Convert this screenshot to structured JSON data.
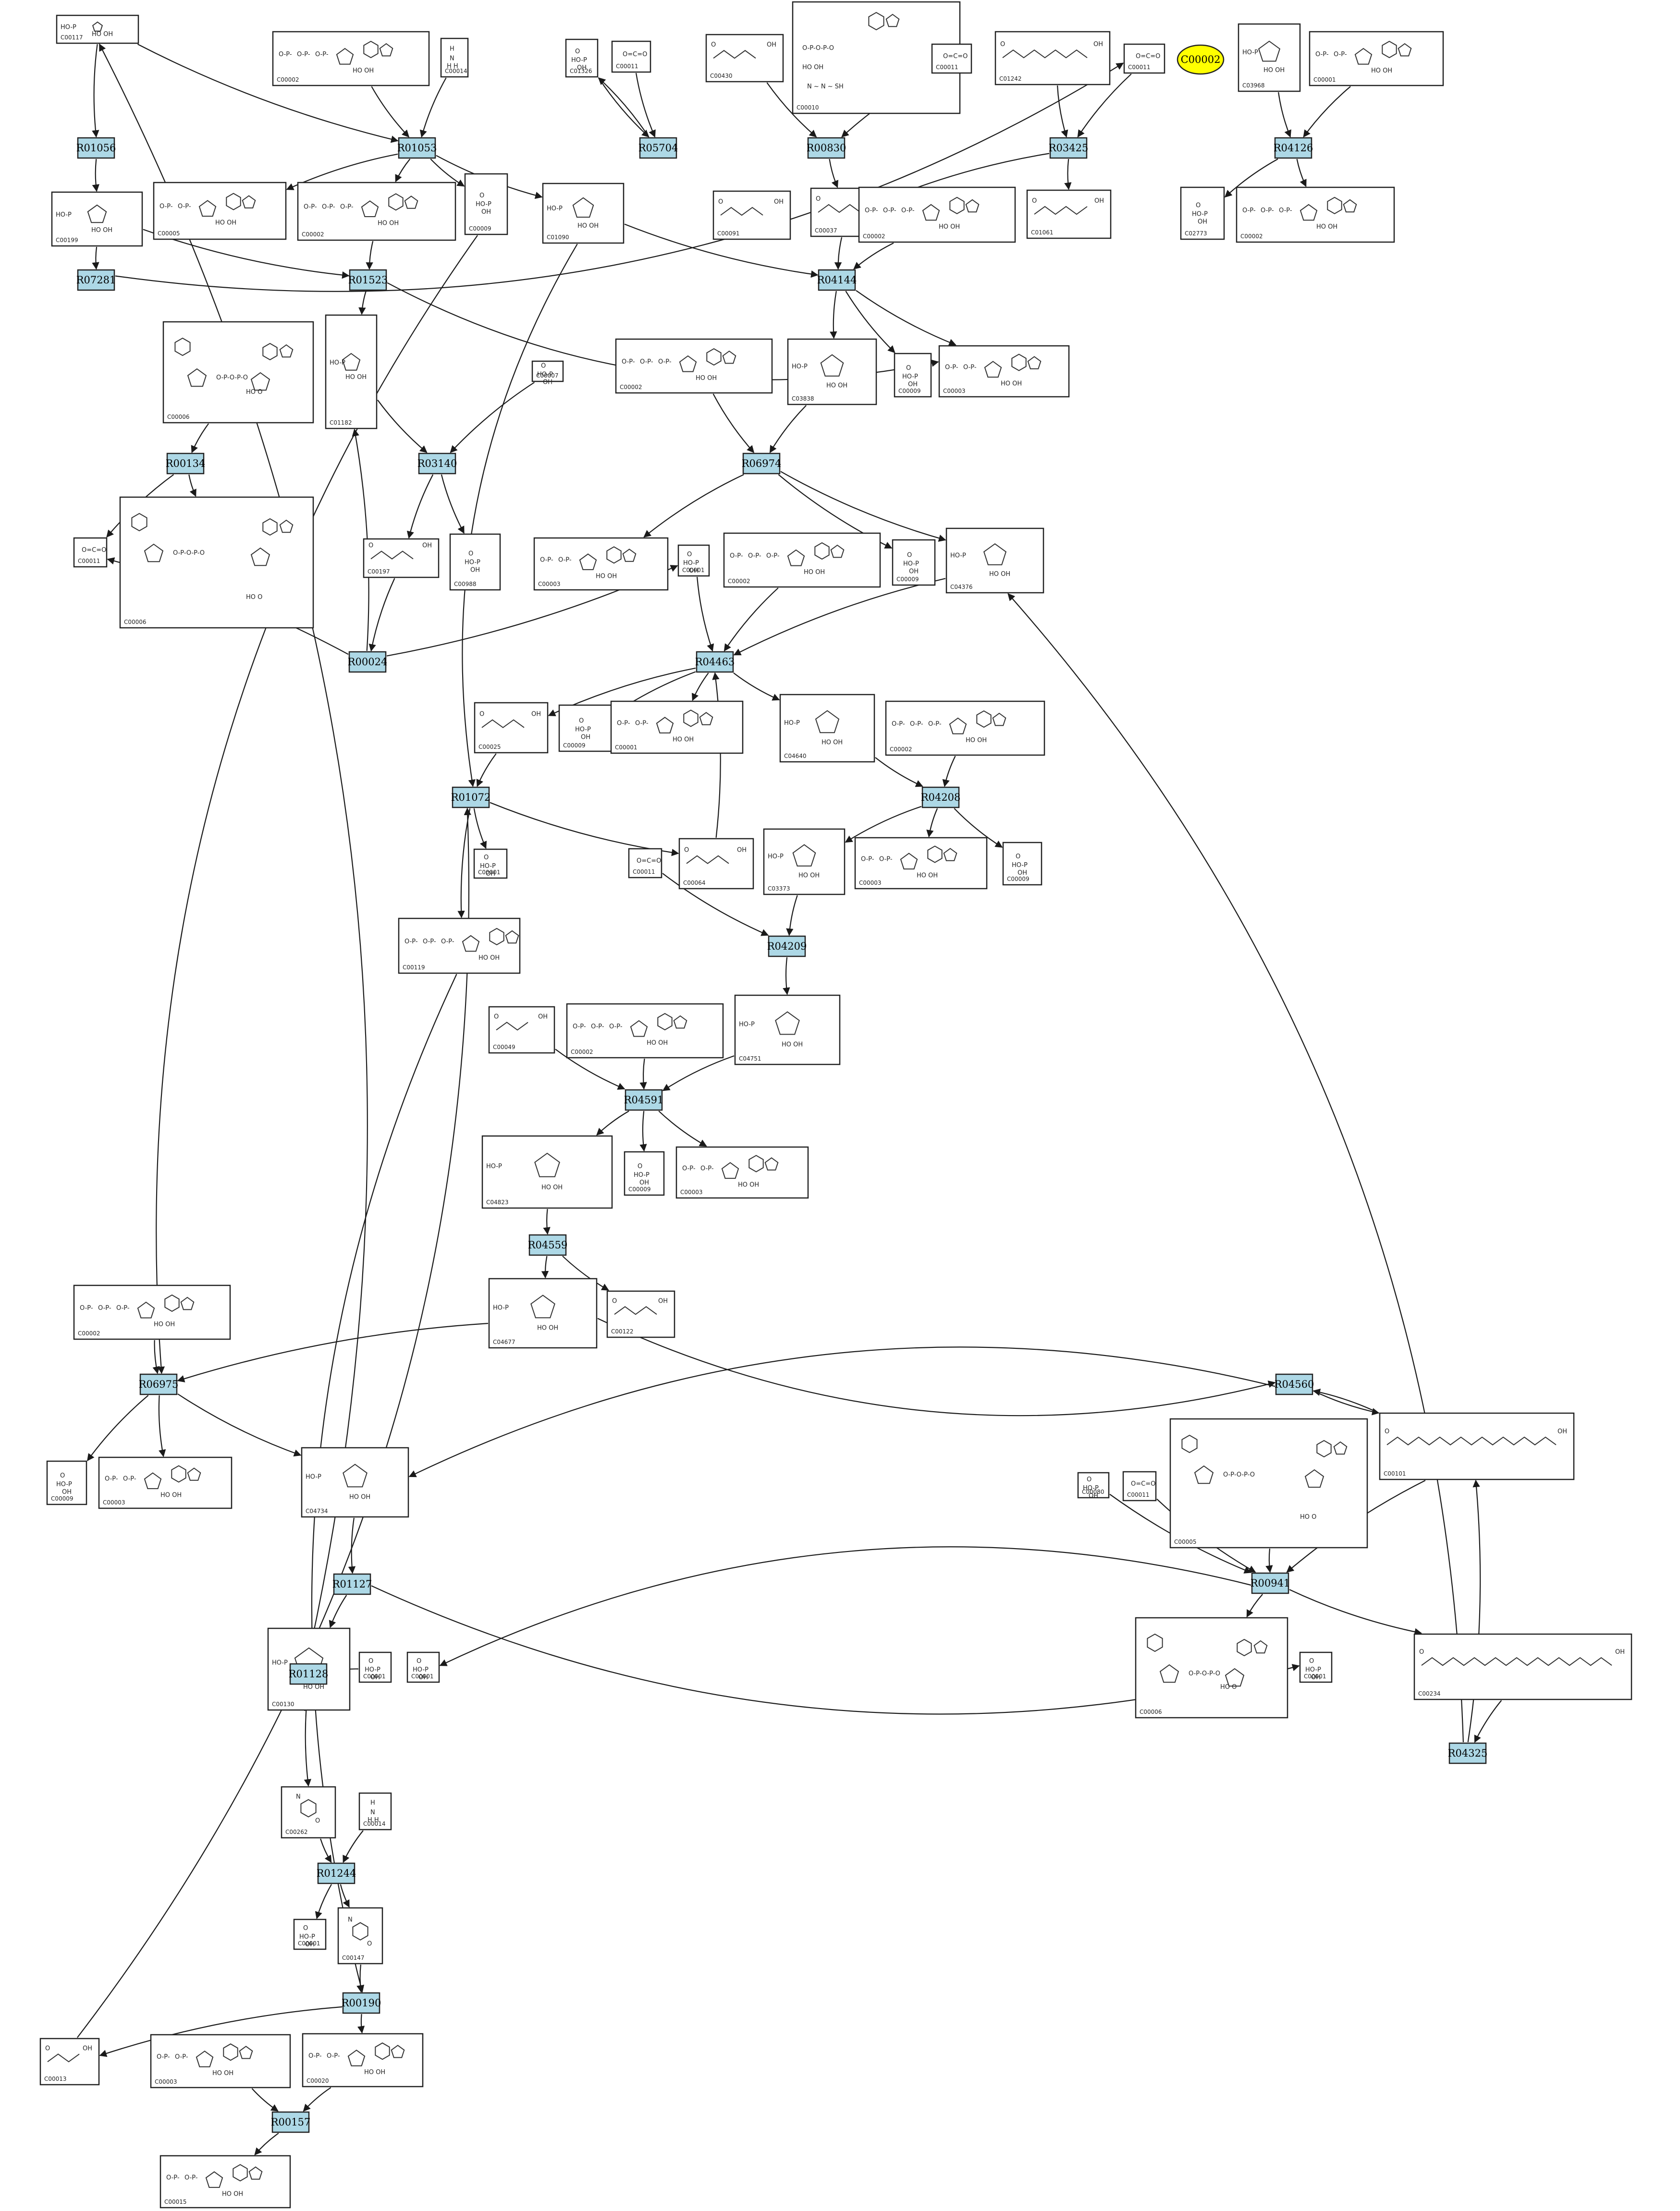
{
  "reactions": [
    "R01056",
    "R01053",
    "R05704",
    "R00830",
    "R03425",
    "R04126",
    "R07281",
    "R01523",
    "R04144",
    "R00134",
    "R03140",
    "R06974",
    "R00024",
    "R04463",
    "R04208",
    "R01072",
    "R04209",
    "R04591",
    "R04559",
    "R06975",
    "R04560",
    "R01127",
    "R00941",
    "R01128",
    "R04325",
    "R01244",
    "R00190",
    "R00157"
  ],
  "compounds": [
    "C00117",
    "C00002",
    "C00014",
    "C01326",
    "C00011",
    "C00430",
    "C00010",
    "C00011",
    "C01242",
    "C00011",
    "C03968",
    "C00001",
    "C00199",
    "C00005",
    "C00002",
    "C00009",
    "C01090",
    "C00091",
    "C00037",
    "C00002",
    "C01061",
    "C02773",
    "C00002",
    "C00006",
    "C00006",
    "C01182",
    "C00001",
    "C00007",
    "C00002",
    "C03838",
    "C00009",
    "C00003",
    "C00011",
    "C00006",
    "C00197",
    "C00988",
    "C00003",
    "C00001",
    "C00002",
    "C00009",
    "C04376",
    "C00001",
    "C00011",
    "C00025",
    "C00009",
    "C00001",
    "C04640",
    "C00002",
    "C00001",
    "C00064",
    "C00011",
    "C03373",
    "C00003",
    "C00009",
    "C00119",
    "C00049",
    "C00002",
    "C04751",
    "C04823",
    "C00009",
    "C00003",
    "C04677",
    "C00122",
    "C00002",
    "C00009",
    "C00003",
    "C04734",
    "C00080",
    "C00011",
    "C00005",
    "C00101",
    "C00130",
    "C00001",
    "C00001",
    "C00006",
    "C00001",
    "C00234",
    "C00262",
    "C00014",
    "C00001",
    "C00147",
    "C00013",
    "C00020",
    "C00003",
    "C00015"
  ],
  "highlight": {
    "label": "C00002",
    "color": "#ffff00"
  },
  "colors": {
    "reaction_fill": "#add8e6",
    "edge": "#1a1a1a",
    "box_border": "#222222"
  }
}
